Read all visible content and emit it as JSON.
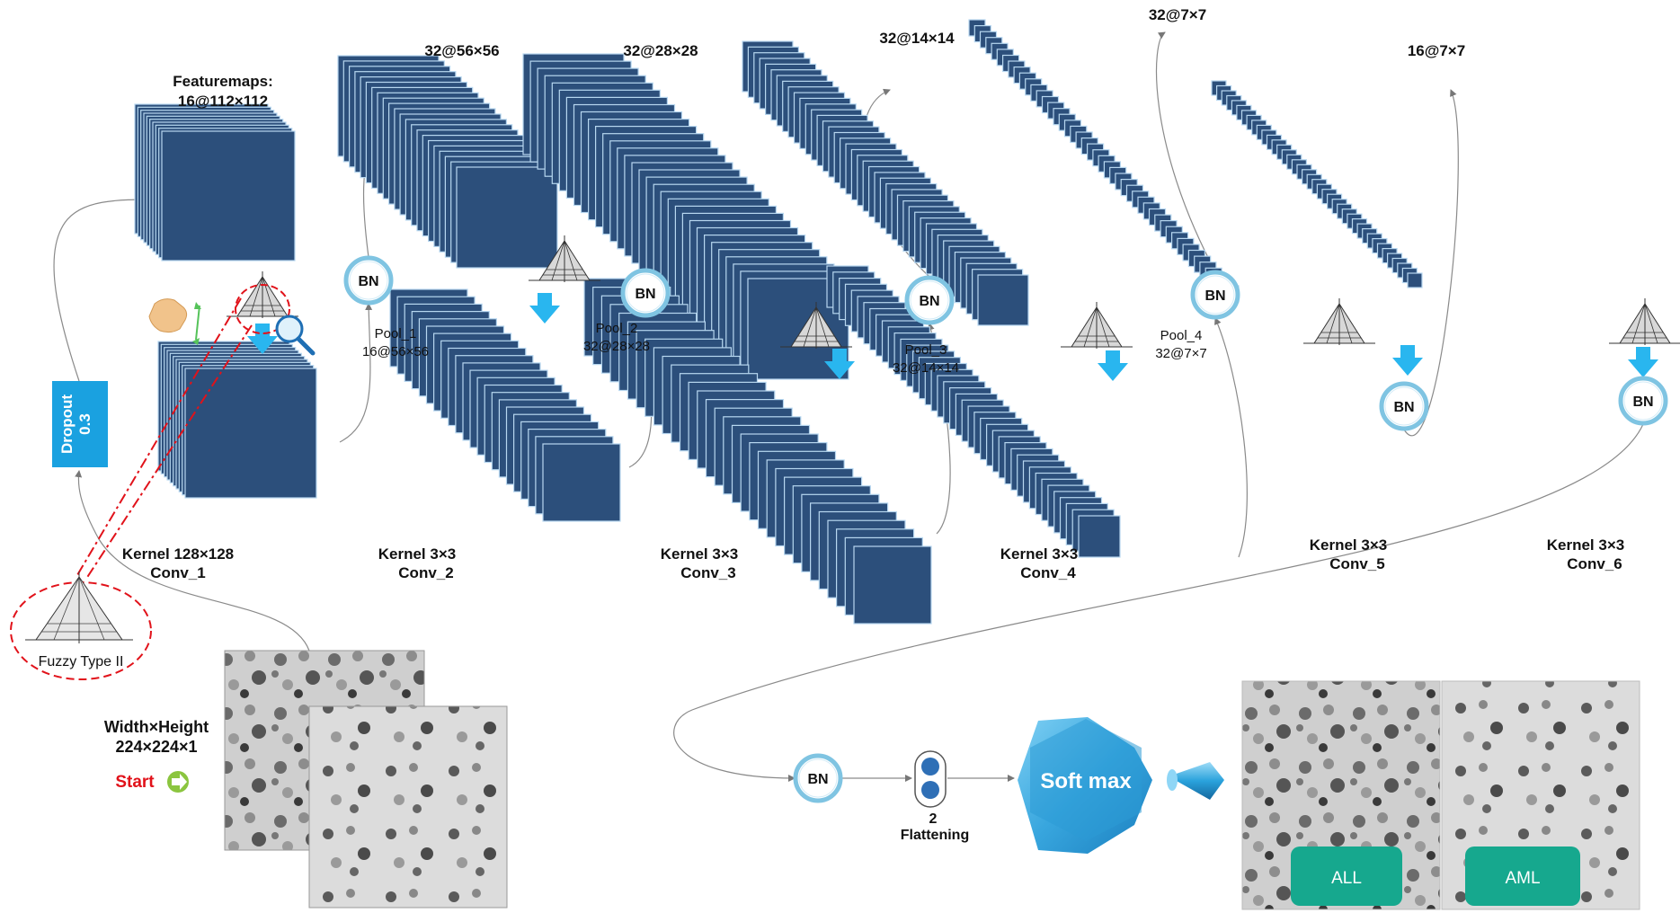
{
  "colors": {
    "block_front": "#2c4f7b",
    "block_edge": "#b7d7f0",
    "arrow_blue": "#29b6ef",
    "bn_ring": "#7fc4e2",
    "softmax": "#38a6de",
    "dropout": "#1aa1e0",
    "button_teal": "#16a88e",
    "fuzzy_red": "#e1121a",
    "start_red": "#e1121a",
    "start_green": "#8bc53f"
  },
  "featuremap_title": "Featuremaps:",
  "layers": [
    {
      "size": "16@112×112",
      "kernel": "Kernel 128×128",
      "name": "Conv_1"
    },
    {
      "size": "32@56×56",
      "kernel": "Kernel 3×3",
      "name": "Conv_2"
    },
    {
      "size": "32@28×28",
      "kernel": "Kernel 3×3",
      "name": "Conv_3"
    },
    {
      "size": "32@14×14",
      "kernel": "Kernel 3×3",
      "name": "Conv_4"
    },
    {
      "size": "32@7×7",
      "kernel": "Kernel 3×3",
      "name": "Conv_5"
    },
    {
      "size": "16@7×7",
      "kernel": "Kernel 3×3",
      "name": "Conv_6"
    }
  ],
  "pools": [
    {
      "name": "Pool_1",
      "size": "16@56×56"
    },
    {
      "name": "Pool_2",
      "size": "32@28×28"
    },
    {
      "name": "Pool_3",
      "size": "32@14×14"
    },
    {
      "name": "Pool_4",
      "size": "32@7×7"
    }
  ],
  "bn_label": "BN",
  "dropout": {
    "label": "Dropout",
    "value": "0.3"
  },
  "fuzzy_label": "Fuzzy Type II",
  "input": {
    "label": "Width×Height",
    "size": "224×224×1"
  },
  "start_label": "Start",
  "flatten": {
    "count": "2",
    "label": "Flattening"
  },
  "softmax_label": "Soft max",
  "outputs": {
    "all": "ALL",
    "aml": "AML"
  }
}
